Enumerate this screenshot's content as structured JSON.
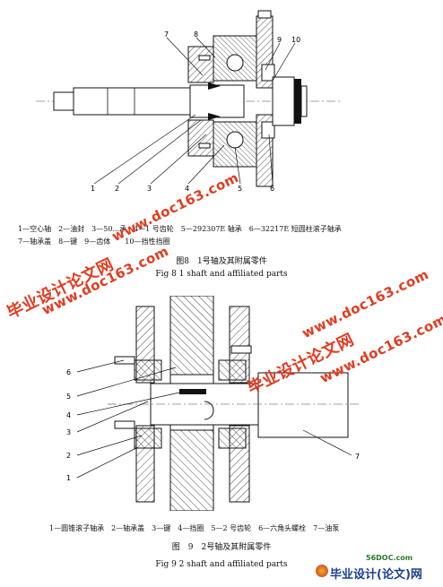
{
  "figure8": {
    "part_labels": [
      "7",
      "8",
      "9",
      "10",
      "1",
      "2",
      "3",
      "4",
      "5",
      "6"
    ],
    "legend_line1": "1—空心轴　2—油封　3—50...承　4—1 号齿轮　5—292307E 轴承　6—32217E 短圆柱滚子轴承",
    "legend_line2": "7—轴承盖　8—键　9—齿体　　10—挡性挡圈",
    "caption_cn": "图8　1号轴及其附属零件",
    "caption_en": "Fig 8 1 shaft and affiliated parts"
  },
  "figure9": {
    "part_labels": [
      "6",
      "5",
      "4",
      "3",
      "2",
      "1",
      "7"
    ],
    "legend": "1—圆锥滚子轴承　2—轴承盖　3—键　4—挡圈　5—2 号齿轮　6—六角头螺栓　7—油泵",
    "caption_cn": "图　9　2号轴及其附属零件",
    "caption_en": "Fig 9 2 shaft and affiliated parts"
  },
  "watermarks": {
    "cn": "毕业设计论文网",
    "url": "www.doc163.com",
    "logo_small": "56DOC.com",
    "logo_main": "毕业设计(论文)网"
  },
  "colors": {
    "watermark": "#e23b20",
    "logo_blue": "#1b3f8f"
  }
}
